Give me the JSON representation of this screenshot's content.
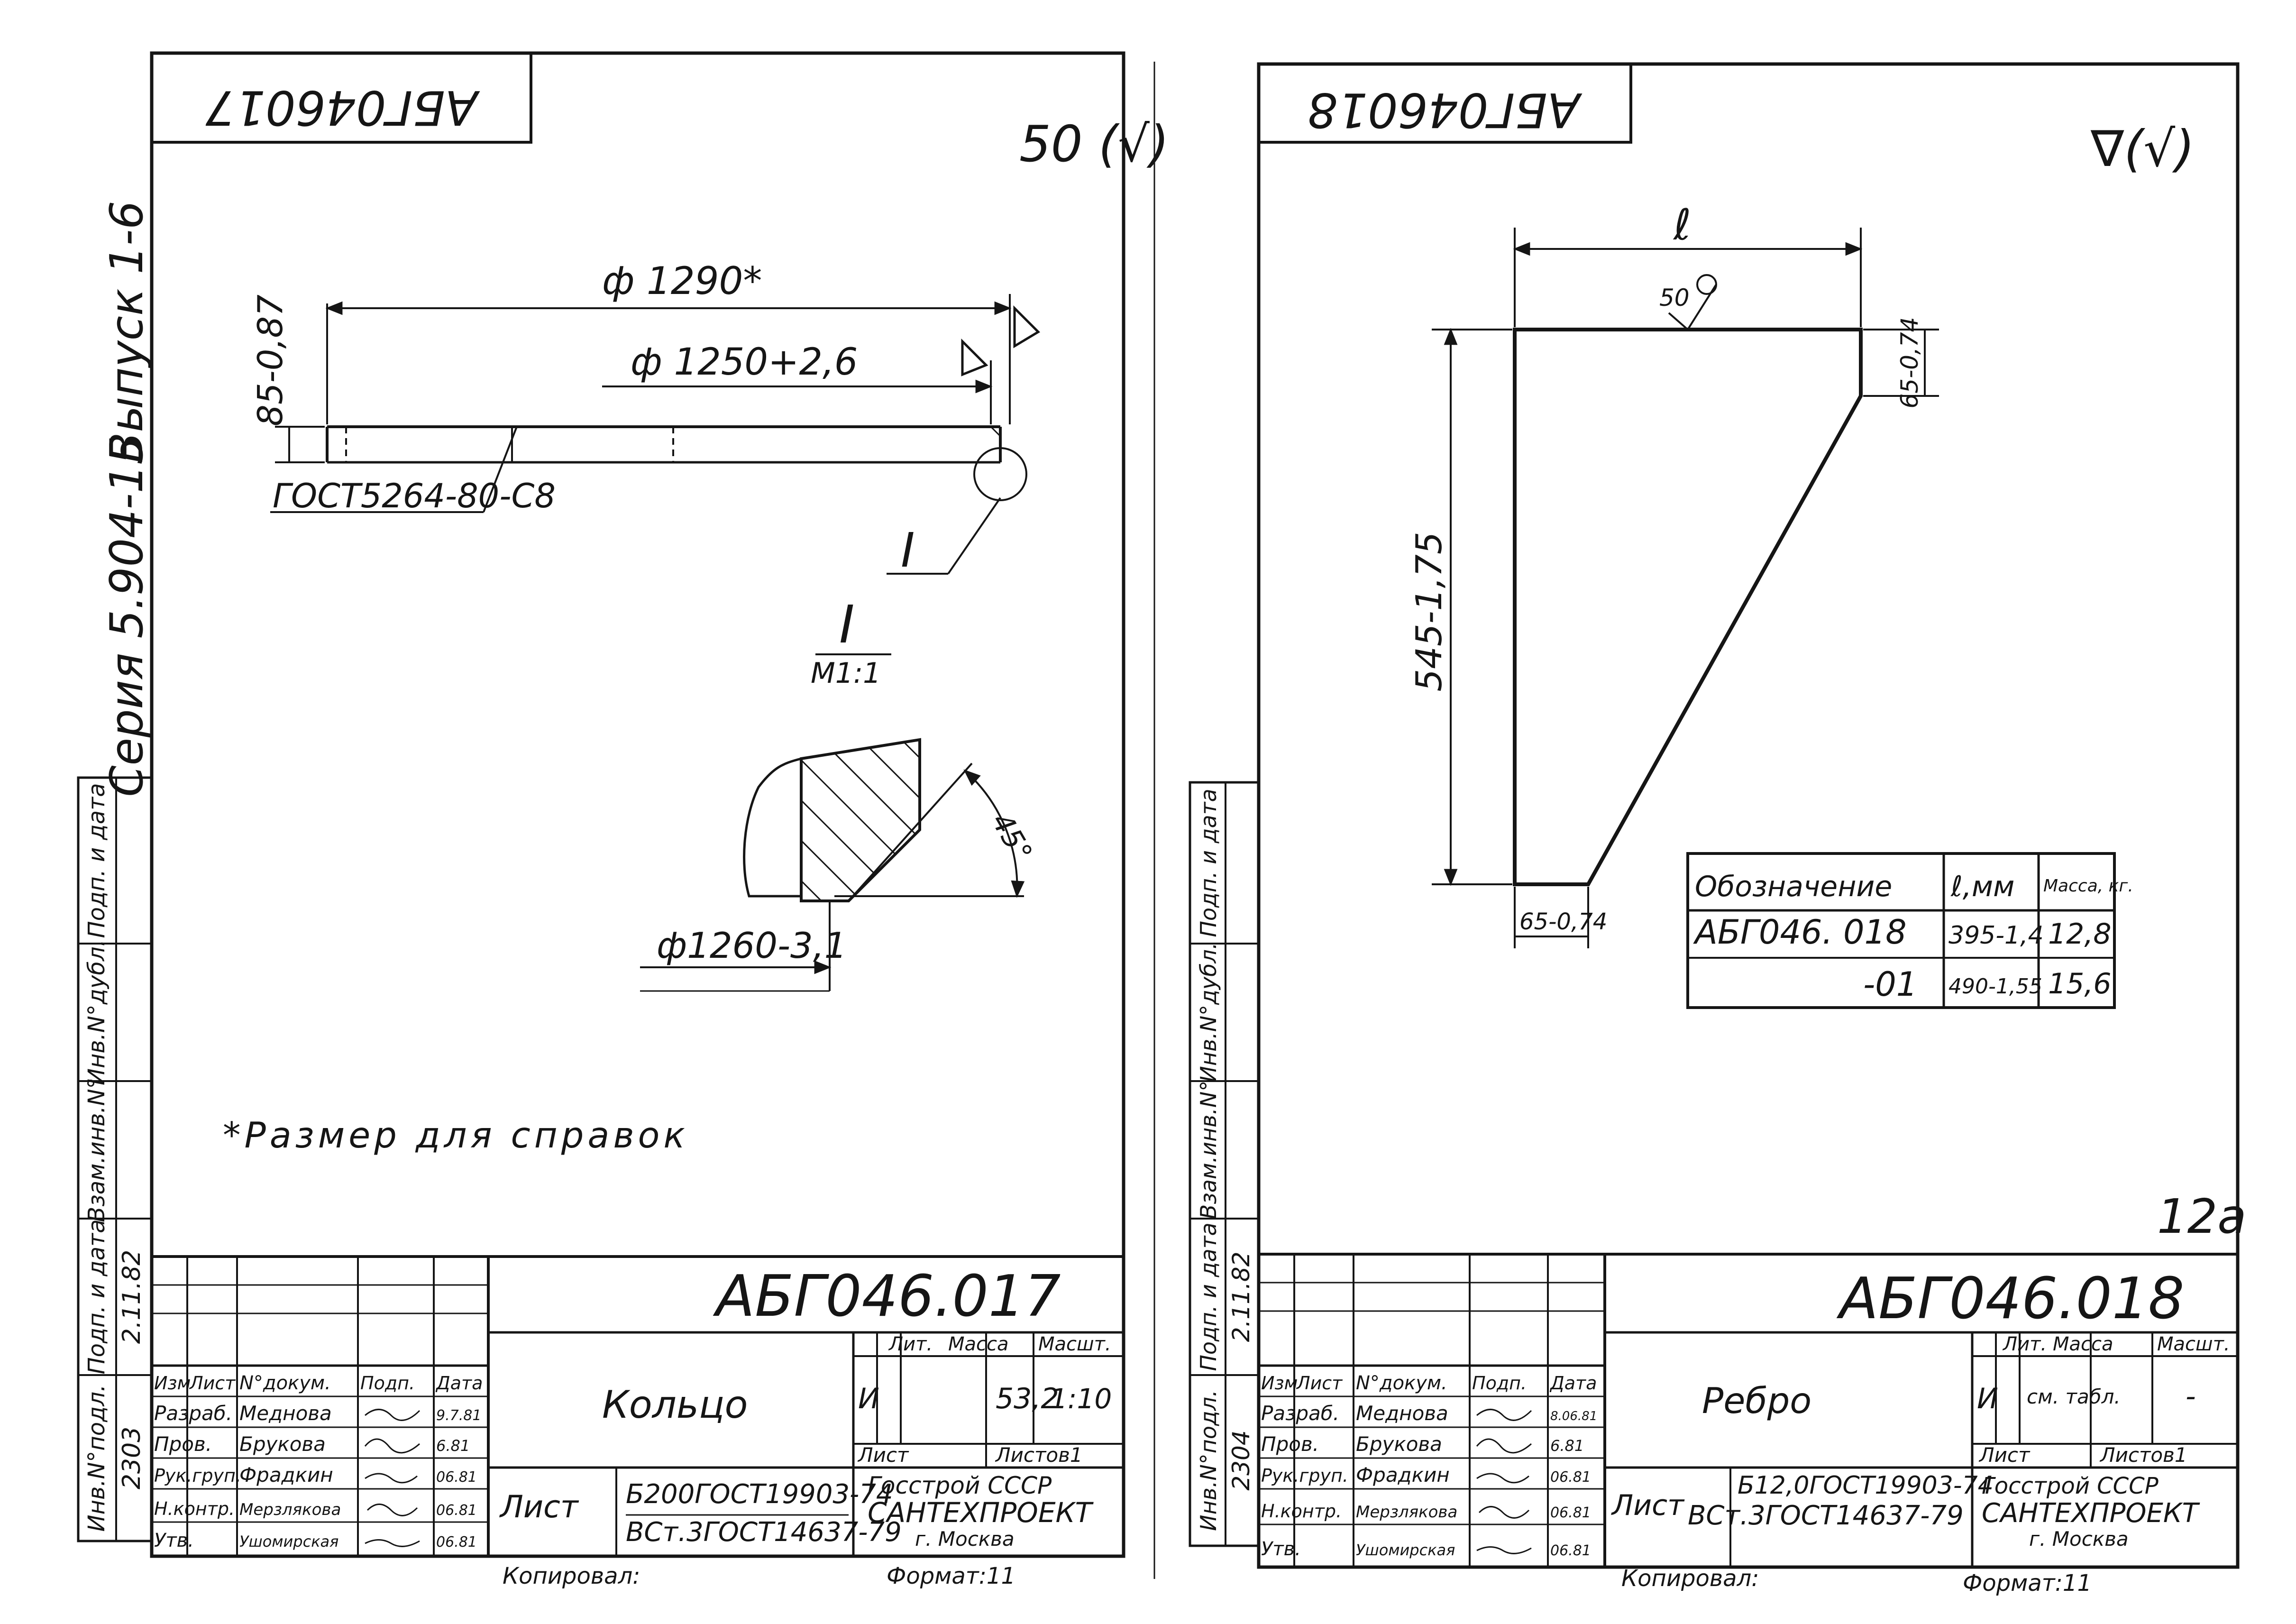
{
  "left_sheet": {
    "corner_code": "АБГ046017",
    "series": "Серия 5.904-15",
    "issue": "Выпуск 1-6",
    "surface_mark": "50 (√)",
    "dims": {
      "outer_diameter": "ф 1290*",
      "inner_diameter": "ф 1250+2,6",
      "height": "85-0,87",
      "weld_standard": "ГОСТ5264-80-С8",
      "callout": "I",
      "detail_title": "I",
      "detail_scale": "М1:1",
      "angle": "45°",
      "detail_diameter": "ф1260-3,1"
    },
    "reference_note": "*Размер для справок",
    "side_labels": {
      "inv_orig": "Инв.N°подл.",
      "sign_date": "Подп. и дата",
      "zam_inv": "Взам.инв.N°",
      "inv_dubl": "Инв.N°дубл.",
      "podp_data": "Подп. и дата",
      "orig_value": "2303",
      "sign_value": "2.11.82"
    },
    "title_block": {
      "doc_number": "АБГ046.017",
      "name": "Кольцо",
      "headers": [
        "Изм",
        "Лист",
        "N°докум.",
        "Подп.",
        "Дата"
      ],
      "roles": [
        {
          "role": "Разраб.",
          "person": "Меднова",
          "date": "9.7.81"
        },
        {
          "role": "Пров.",
          "person": "Брукова",
          "date": "6.81"
        },
        {
          "role": "Рук.груп.",
          "person": "Фрадкин",
          "date": "06.81"
        },
        {
          "role": "",
          "person": "",
          "date": ""
        },
        {
          "role": "Н.контр.",
          "person": "Мерзлякова",
          "date": "06.81"
        },
        {
          "role": "Утв.",
          "person": "Ушомирская",
          "date": "06.81"
        }
      ],
      "lit_header": "Лит.",
      "mass_header": "Масса",
      "scale_header": "Масшт.",
      "lit_value": "И",
      "mass_value": "53,2",
      "scale_value": "1:10",
      "sheet_label": "Лист",
      "sheets_label": "Листов1",
      "material_label": "Лист",
      "material_top": "Б200ГОСТ19903-74",
      "material_bottom": "ВСт.3ГОСТ14637-79",
      "org_1": "Госстрой СССР",
      "org_2": "САНТЕХПРОЕКТ",
      "org_3": "г. Москва"
    },
    "footer_copied": "Копировал:",
    "footer_format": "Формат:11"
  },
  "right_sheet": {
    "corner_code": "АБГ046018",
    "surface_mark": "∇(√)",
    "dims": {
      "length": "ℓ",
      "roughness": "50",
      "top_right": "65-0,74",
      "height": "545-1,75",
      "bottom_left": "65-0,74"
    },
    "table": {
      "headers": [
        "Обозначение",
        "ℓ,мм",
        "Масса, кг."
      ],
      "rows": [
        [
          "АБГ046. 018",
          "395-1,4",
          "12,8"
        ],
        [
          "-01",
          "490-1,55",
          "15,6"
        ]
      ]
    },
    "page_number": "12а",
    "side_labels": {
      "inv_orig": "Инв.N°подл.",
      "sign_date": "Подп. и дата",
      "zam_inv": "Взам.инв.N°",
      "inv_dubl": "Инв.N°дубл.",
      "podp_data": "Подп. и дата",
      "orig_value": "2304",
      "sign_value": "2.11.82"
    },
    "title_block": {
      "doc_number": "АБГ046.018",
      "name": "Ребро",
      "headers": [
        "Изм",
        "Лист",
        "N°докум.",
        "Подп.",
        "Дата"
      ],
      "roles": [
        {
          "role": "Разраб.",
          "person": "Меднова",
          "date": "8.06.81"
        },
        {
          "role": "Пров.",
          "person": "Брукова",
          "date": "6.81"
        },
        {
          "role": "Рук.груп.",
          "person": "Фрадкин",
          "date": "06.81"
        },
        {
          "role": "",
          "person": "",
          "date": ""
        },
        {
          "role": "Н.контр.",
          "person": "Мерзлякова",
          "date": "06.81"
        },
        {
          "role": "Утв.",
          "person": "Ушомирская",
          "date": "06.81"
        }
      ],
      "lit_header": "Лит.",
      "mass_header": "Масса",
      "scale_header": "Масшт.",
      "lit_value": "И",
      "mass_value": "см. табл.",
      "scale_value": "-",
      "sheet_label": "Лист",
      "sheets_label": "Листов1",
      "material_label": "Лист",
      "material_top": "Б12,0ГОСТ19903-74",
      "material_bottom": "ВСт.3ГОСТ14637-79",
      "org_1": "Госстрой СССР",
      "org_2": "САНТЕХПРОЕКТ",
      "org_3": "г. Москва"
    },
    "footer_copied": "Копировал:",
    "footer_format": "Формат:11"
  }
}
